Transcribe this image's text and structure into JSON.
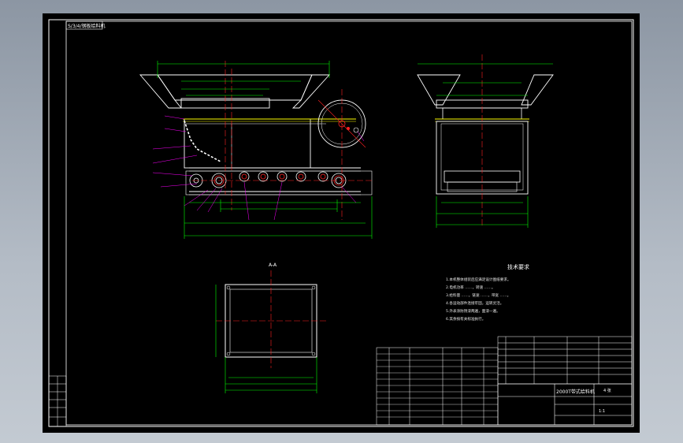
{
  "drawing": {
    "stamp": "S/3/4/钢板给料机",
    "notes_title": "技术要求",
    "notes": [
      "1.本机整体组装后应满足设计图纸要求。",
      "2.电机功率 ……，转速 ……。",
      "3.给料量 ……，链速 ……，带宽 ……。",
      "4.各运动部件连接牢固，运转灵活。",
      "5.外表涂防锈漆两遍，面漆一遍。",
      "6.其余按有关标准执行。"
    ],
    "title_block": {
      "name": "2000T带式给料机",
      "scale": "1:1",
      "sheet": "4 张"
    },
    "view_label": "A-A"
  },
  "colors": {
    "line_white": "#ffffff",
    "line_green": "#00ff00",
    "line_red": "#ff2020",
    "line_magenta": "#ff00ff",
    "line_yellow": "#ffff00",
    "line_cyan": "#00e5ff"
  }
}
